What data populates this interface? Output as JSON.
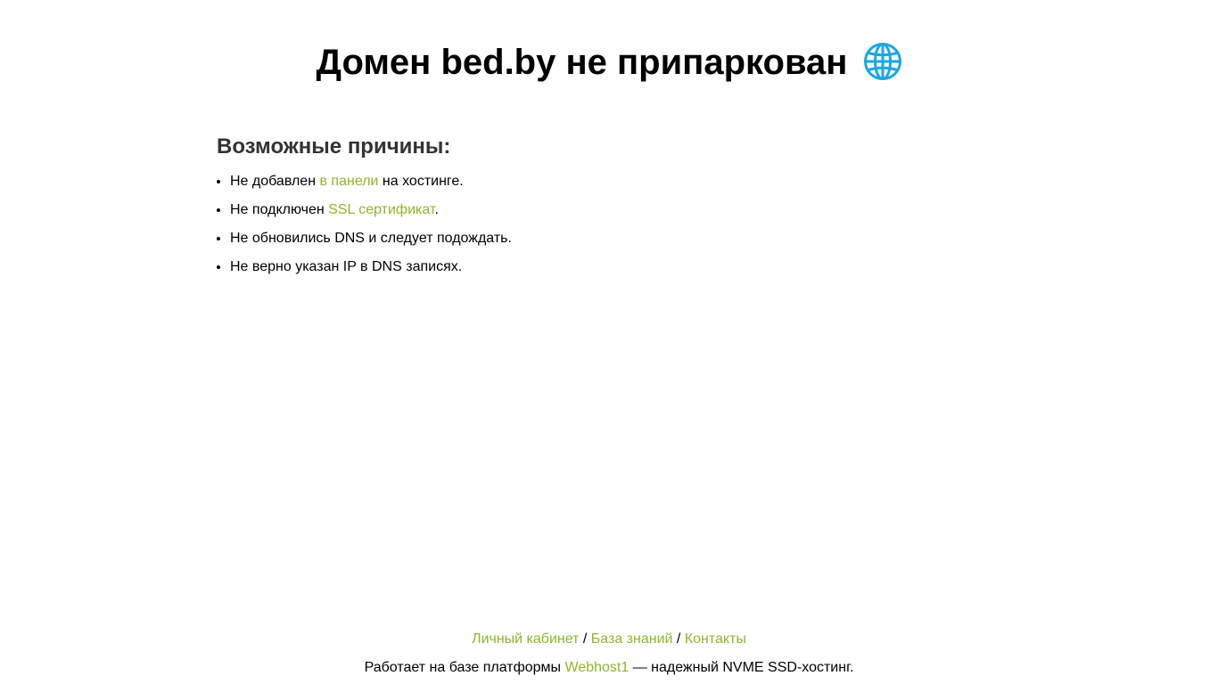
{
  "header": {
    "title": "Домен bed.by не припаркован",
    "icon": "globe-icon"
  },
  "reasons": {
    "heading": "Возможные причины:",
    "items": [
      {
        "before": "Не добавлен ",
        "link": "в панели",
        "after": " на хостинге."
      },
      {
        "before": "Не подключен ",
        "link": "SSL сертификат",
        "after": "."
      },
      {
        "text": "Не обновились DNS и следует подождать."
      },
      {
        "text": "Не верно указан IP в DNS записях."
      }
    ]
  },
  "footer": {
    "links": [
      "Личный кабинет",
      "База знаний",
      "Контакты"
    ],
    "separator": " / ",
    "platform_prefix": "Работает на базе платформы ",
    "platform_link": "Webhost1",
    "platform_suffix": " — надежный NVME SSD-хостинг."
  },
  "colors": {
    "link": "#8db82c",
    "heading": "#333333",
    "globe": "#1aa7e4"
  }
}
